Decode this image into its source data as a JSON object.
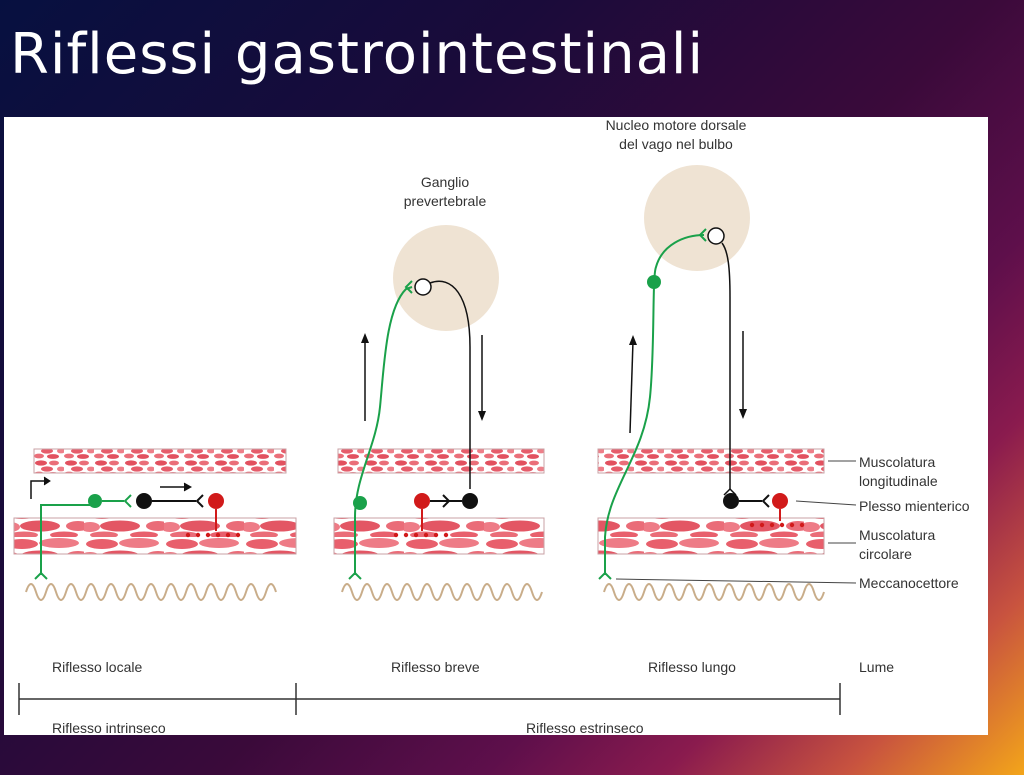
{
  "slide_title": "Riflessi gastrointestinali",
  "labels": {
    "nucleo_line1": "Nucleo motore dorsale",
    "nucleo_line2": "del vago nel bulbo",
    "ganglio_line1": "Ganglio",
    "ganglio_line2": "prevertebrale",
    "musc_long_line1": "Muscolatura",
    "musc_long_line2": "longitudinale",
    "plesso": "Plesso mienterico",
    "musc_circ_line1": "Muscolatura",
    "musc_circ_line2": "circolare",
    "meccanocettore": "Meccanocettore",
    "lume": "Lume"
  },
  "panels": [
    {
      "title": "Riflesso locale"
    },
    {
      "title": "Riflesso breve"
    },
    {
      "title": "Riflesso lungo"
    }
  ],
  "groups": {
    "intrinseco": "Riflesso intrinseco",
    "estrinseco": "Riflesso estrinseco"
  },
  "colors": {
    "sensory_neuron": "#1aa14a",
    "motor_neuron": "#d11a1a",
    "interneuron": "#111111",
    "muscle": "#e8727c",
    "ganglion": "#efe3d3",
    "mucosa": "#c9ad8a"
  }
}
